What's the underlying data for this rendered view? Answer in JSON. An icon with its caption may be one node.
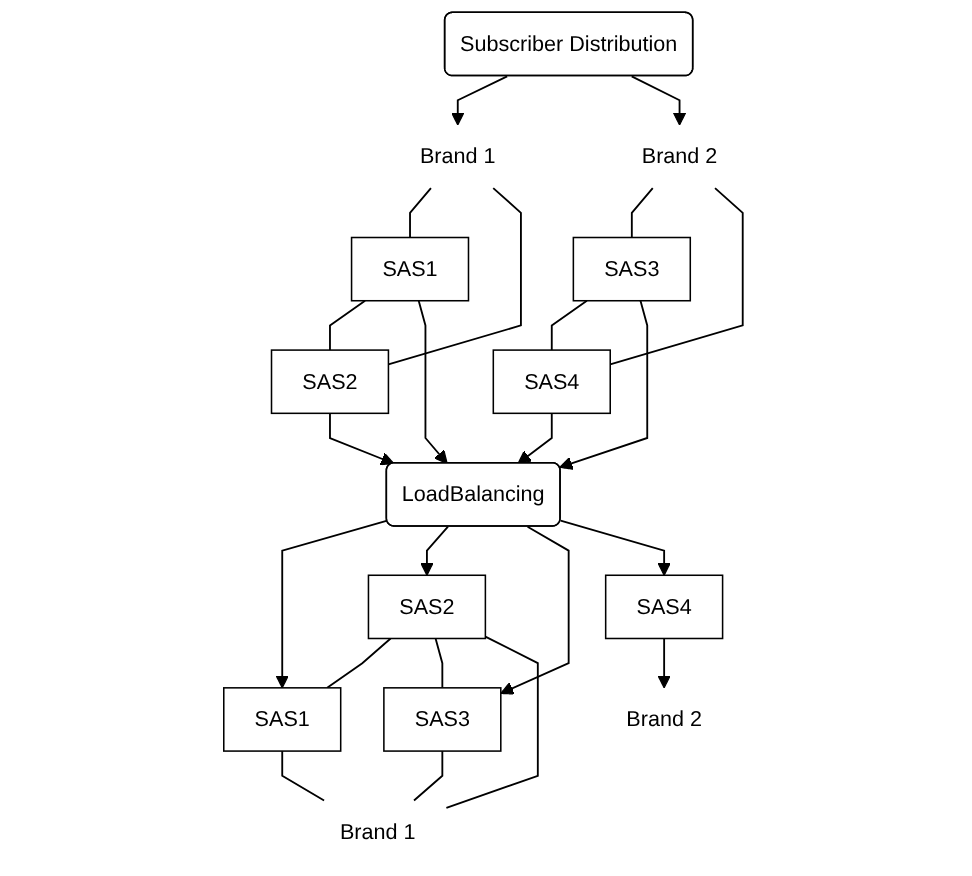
{
  "diagram": {
    "nodes": [
      {
        "text": [
          "Subscriber Distribution"
        ]
      },
      {
        "text": [
          "Brand 1"
        ]
      },
      {
        "text": [
          "Brand 2"
        ]
      },
      {
        "text": [
          "SAS1"
        ]
      },
      {
        "text": [
          "SAS2"
        ]
      },
      {
        "text": [
          "SAS3"
        ]
      },
      {
        "text": [
          "SAS4"
        ]
      },
      {
        "text": [
          "LoadBalancing"
        ]
      },
      {
        "text": [
          "SAS1"
        ]
      },
      {
        "text": [
          "SAS2"
        ]
      },
      {
        "text": [
          "SAS3"
        ]
      },
      {
        "text": [
          "SAS4"
        ]
      },
      {
        "text": [
          "Brand 1"
        ]
      },
      {
        "text": [
          "Brand 2"
        ]
      }
    ],
    "edges": [
      {
        "from": 0,
        "to": 1,
        "arrow": "to"
      },
      {
        "from": 0,
        "to": 2,
        "arrow": "to"
      },
      {
        "from": 1,
        "to": 3,
        "arrow": "none"
      },
      {
        "from": 1,
        "to": 4,
        "arrow": "none"
      },
      {
        "from": 3,
        "to": 4,
        "arrow": "none"
      },
      {
        "from": 2,
        "to": 5,
        "arrow": "none"
      },
      {
        "from": 2,
        "to": 6,
        "arrow": "none"
      },
      {
        "from": 5,
        "to": 6,
        "arrow": "none"
      },
      {
        "from": 3,
        "to": 7,
        "arrow": "to"
      },
      {
        "from": 4,
        "to": 7,
        "arrow": "to"
      },
      {
        "from": 5,
        "to": 7,
        "arrow": "to"
      },
      {
        "from": 6,
        "to": 7,
        "arrow": "to"
      },
      {
        "from": 7,
        "to": 8,
        "arrow": "to"
      },
      {
        "from": 7,
        "to": 9,
        "arrow": "to"
      },
      {
        "from": 7,
        "to": 10,
        "arrow": "to"
      },
      {
        "from": 7,
        "to": 11,
        "arrow": "to"
      },
      {
        "from": 9,
        "to": 8,
        "arrow": "none"
      },
      {
        "from": 9,
        "to": 10,
        "arrow": "none"
      },
      {
        "from": 8,
        "to": 12,
        "arrow": "none"
      },
      {
        "from": 9,
        "to": 12,
        "arrow": "none"
      },
      {
        "from": 10,
        "to": 12,
        "arrow": "none"
      },
      {
        "from": 11,
        "to": 13,
        "arrow": "to"
      }
    ]
  }
}
